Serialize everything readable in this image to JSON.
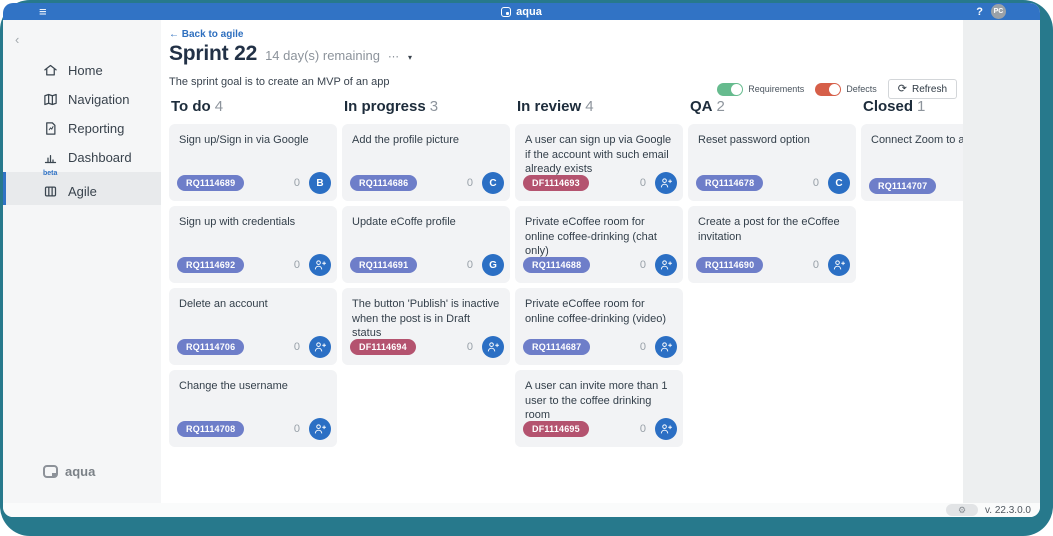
{
  "topbar": {
    "title": "aqua",
    "help_label": "?",
    "avatar_initials": "PC",
    "hamburger_icon": "≡"
  },
  "sidebar": {
    "collapse_icon": "‹",
    "items": [
      {
        "label": "Home",
        "icon": "home-icon"
      },
      {
        "label": "Navigation",
        "icon": "map-icon"
      },
      {
        "label": "Reporting",
        "icon": "report-icon"
      },
      {
        "label": "Dashboard",
        "icon": "dashboard-icon"
      },
      {
        "label": "Agile",
        "icon": "agile-board-icon",
        "beta": "beta",
        "active": true
      }
    ],
    "footer_logo_label": "aqua"
  },
  "header": {
    "back_link": "← Back to agile",
    "title": "Sprint 22",
    "remaining": "14 day(s) remaining",
    "more_icon": "⋯",
    "caret_icon": "▾",
    "goal": "The sprint goal is to create an MVP of an app"
  },
  "controls": {
    "requirements_label": "Requirements",
    "defects_label": "Defects",
    "requirements_on": true,
    "defects_on": true,
    "refresh_label": "Refresh",
    "refresh_icon": "⟳"
  },
  "board": {
    "columns": [
      {
        "name": "To do",
        "count": "4",
        "cards": [
          {
            "title": "Sign up/Sign in via Google",
            "id": "RQ1114689",
            "type": "requirement",
            "count": "0",
            "assignee": "B"
          },
          {
            "title": "Sign up with credentials",
            "id": "RQ1114692",
            "type": "requirement",
            "count": "0",
            "assignee": "add-user"
          },
          {
            "title": "Delete an account",
            "id": "RQ1114706",
            "type": "requirement",
            "count": "0",
            "assignee": "add-user"
          },
          {
            "title": "Change the username",
            "id": "RQ1114708",
            "type": "requirement",
            "count": "0",
            "assignee": "add-user"
          }
        ]
      },
      {
        "name": "In progress",
        "count": "3",
        "cards": [
          {
            "title": "Add the profile picture",
            "id": "RQ1114686",
            "type": "requirement",
            "count": "0",
            "assignee": "C"
          },
          {
            "title": "Update eCoffe profile",
            "id": "RQ1114691",
            "type": "requirement",
            "count": "0",
            "assignee": "G"
          },
          {
            "title": "The button 'Publish' is inactive when the post is in Draft status",
            "id": "DF1114694",
            "type": "defect",
            "count": "0",
            "assignee": "add-user"
          }
        ]
      },
      {
        "name": "In review",
        "count": "4",
        "cards": [
          {
            "title": "A user can sign up via Google if the account with such email already exists",
            "id": "DF1114693",
            "type": "defect",
            "count": "0",
            "assignee": "add-user"
          },
          {
            "title": "Private eCoffee room for online coffee-drinking (chat only)",
            "id": "RQ1114688",
            "type": "requirement",
            "count": "0",
            "assignee": "add-user"
          },
          {
            "title": "Private eCoffee room for online coffee-drinking (video)",
            "id": "RQ1114687",
            "type": "requirement",
            "count": "0",
            "assignee": "add-user"
          },
          {
            "title": "A user can invite more than 1 user to the coffee drinking room",
            "id": "DF1114695",
            "type": "defect",
            "count": "0",
            "assignee": "add-user"
          }
        ]
      },
      {
        "name": "QA",
        "count": "2",
        "cards": [
          {
            "title": "Reset password option",
            "id": "RQ1114678",
            "type": "requirement",
            "count": "0",
            "assignee": "C"
          },
          {
            "title": "Create a post for the eCoffee invitation",
            "id": "RQ1114690",
            "type": "requirement",
            "count": "0",
            "assignee": "add-user"
          }
        ]
      },
      {
        "name": "Closed",
        "count": "1",
        "cards": [
          {
            "title": "Connect Zoom to an ac",
            "id": "RQ1114707",
            "type": "requirement"
          }
        ]
      }
    ]
  },
  "footer": {
    "version": "v. 22.3.0.0",
    "gear_icon": "⚙"
  },
  "colors": {
    "topbar_blue": "#3173c5",
    "requirement_pill": "#6e7ec9",
    "defect_pill": "#b4536f",
    "avatar_blue": "#2b6fc4",
    "toggle_green": "#66bb8e",
    "toggle_red": "#d65f49",
    "frame_teal": "#27798c"
  }
}
